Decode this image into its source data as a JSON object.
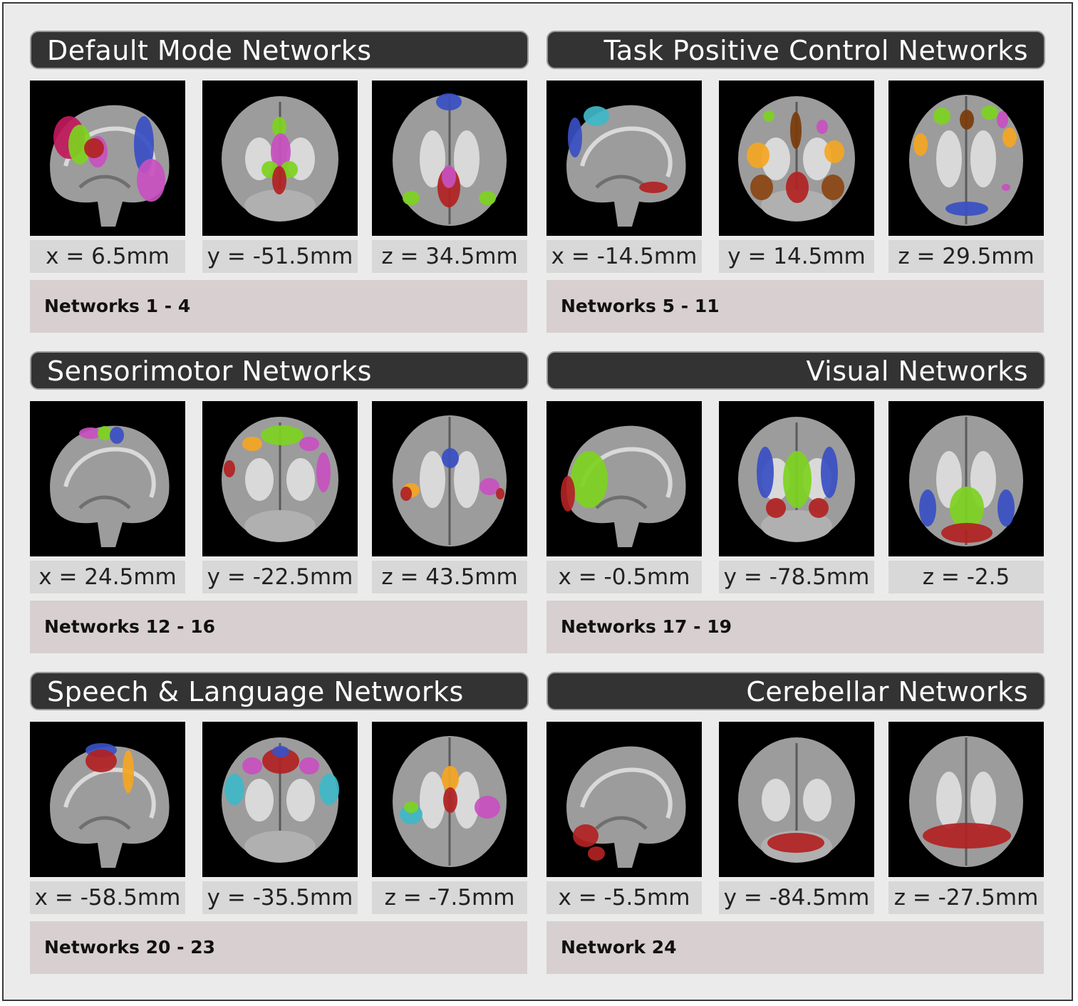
{
  "panels": [
    {
      "title": "Default Mode Networks",
      "coords": [
        "x = 6.5mm",
        "y = -51.5mm",
        "z = 34.5mm"
      ],
      "label": "Networks 1 - 4",
      "views": [
        "sagittal",
        "coronal",
        "axial"
      ],
      "blobs": [
        [
          [
            "#3a4fc4",
            [
              160,
              90,
              14,
              40
            ]
          ],
          [
            "#c2185b",
            [
              55,
              80,
              22,
              30
            ]
          ],
          [
            "#7ed321",
            [
              70,
              90,
              16,
              28
            ]
          ],
          [
            "#c850c0",
            [
              170,
              140,
              20,
              30
            ]
          ],
          [
            "#c850c0",
            [
              95,
              100,
              14,
              22
            ]
          ],
          [
            "#b22222",
            [
              90,
              95,
              14,
              14
            ]
          ]
        ],
        [
          [
            "#7ed321",
            [
              108,
              65,
              10,
              14
            ]
          ],
          [
            "#c850c0",
            [
              110,
              100,
              14,
              26
            ]
          ],
          [
            "#7ed321",
            [
              95,
              125,
              12,
              12
            ]
          ],
          [
            "#7ed321",
            [
              122,
              125,
              12,
              12
            ]
          ],
          [
            "#b22222",
            [
              108,
              140,
              10,
              20
            ]
          ]
        ],
        [
          [
            "#3a4fc4",
            [
              108,
              30,
              18,
              12
            ]
          ],
          [
            "#b22222",
            [
              108,
              150,
              16,
              28
            ]
          ],
          [
            "#c850c0",
            [
              108,
              135,
              10,
              16
            ]
          ],
          [
            "#7ed321",
            [
              55,
              165,
              12,
              10
            ]
          ],
          [
            "#7ed321",
            [
              162,
              165,
              12,
              10
            ]
          ]
        ]
      ]
    },
    {
      "title": "Task Positive Control Networks",
      "coords": [
        "x = -14.5mm",
        "y = 14.5mm",
        "z = 29.5mm"
      ],
      "label": "Networks 5 - 11",
      "views": [
        "sagittal",
        "coronal",
        "axial"
      ],
      "blobs": [
        [
          [
            "#3fb8c8",
            [
              70,
              50,
              18,
              14
            ]
          ],
          [
            "#3a4fc4",
            [
              40,
              80,
              10,
              28
            ]
          ],
          [
            "#b22222",
            [
              150,
              150,
              20,
              8
            ]
          ]
        ],
        [
          [
            "#7ed321",
            [
              70,
              50,
              8,
              8
            ]
          ],
          [
            "#7a3b0a",
            [
              108,
              70,
              8,
              26
            ]
          ],
          [
            "#c850c0",
            [
              145,
              65,
              8,
              10
            ]
          ],
          [
            "#f5a623",
            [
              55,
              105,
              16,
              18
            ]
          ],
          [
            "#f5a623",
            [
              162,
              100,
              14,
              16
            ]
          ],
          [
            "#8b4513",
            [
              60,
              150,
              16,
              18
            ]
          ],
          [
            "#8b4513",
            [
              160,
              150,
              16,
              18
            ]
          ],
          [
            "#b22222",
            [
              110,
              150,
              16,
              22
            ]
          ]
        ],
        [
          [
            "#7ed321",
            [
              75,
              50,
              12,
              12
            ]
          ],
          [
            "#7a3b0a",
            [
              110,
              55,
              10,
              14
            ]
          ],
          [
            "#7ed321",
            [
              142,
              45,
              12,
              10
            ]
          ],
          [
            "#c850c0",
            [
              160,
              55,
              8,
              12
            ]
          ],
          [
            "#f5a623",
            [
              45,
              90,
              10,
              16
            ]
          ],
          [
            "#f5a623",
            [
              170,
              80,
              10,
              14
            ]
          ],
          [
            "#3a4fc4",
            [
              110,
              180,
              30,
              10
            ]
          ],
          [
            "#c850c0",
            [
              165,
              150,
              6,
              5
            ]
          ]
        ]
      ]
    },
    {
      "title": "Sensorimotor Networks",
      "coords": [
        "x = 24.5mm",
        "y = -22.5mm",
        "z = 43.5mm"
      ],
      "label": "Networks 12 - 16",
      "views": [
        "sagittal",
        "coronal",
        "axial"
      ],
      "blobs": [
        [
          [
            "#c850c0",
            [
              85,
              45,
              16,
              8
            ]
          ],
          [
            "#7ed321",
            [
              105,
              45,
              10,
              10
            ]
          ],
          [
            "#3a4fc4",
            [
              122,
              48,
              10,
              12
            ]
          ]
        ],
        [
          [
            "#7ed321",
            [
              112,
              48,
              30,
              14
            ]
          ],
          [
            "#f5a623",
            [
              70,
              60,
              14,
              10
            ]
          ],
          [
            "#c850c0",
            [
              150,
              60,
              14,
              10
            ]
          ],
          [
            "#c850c0",
            [
              170,
              100,
              10,
              28
            ]
          ],
          [
            "#b22222",
            [
              38,
              95,
              8,
              12
            ]
          ]
        ],
        [
          [
            "#3a4fc4",
            [
              110,
              80,
              12,
              14
            ]
          ],
          [
            "#f5a623",
            [
              55,
              125,
              12,
              10
            ]
          ],
          [
            "#b22222",
            [
              48,
              130,
              8,
              10
            ]
          ],
          [
            "#c850c0",
            [
              165,
              120,
              14,
              12
            ]
          ],
          [
            "#b22222",
            [
              180,
              130,
              6,
              8
            ]
          ]
        ]
      ]
    },
    {
      "title": "Visual Networks",
      "coords": [
        "x = -0.5mm",
        "y = -78.5mm",
        "z = -2.5"
      ],
      "label": "Networks 17 - 19",
      "views": [
        "sagittal",
        "coronal",
        "axial"
      ],
      "blobs": [
        [
          [
            "#7ed321",
            [
              60,
              110,
              26,
              40
            ]
          ],
          [
            "#b22222",
            [
              30,
              130,
              10,
              25
            ]
          ]
        ],
        [
          [
            "#7ed321",
            [
              110,
              110,
              20,
              40
            ]
          ],
          [
            "#3a4fc4",
            [
              65,
              100,
              12,
              36
            ]
          ],
          [
            "#3a4fc4",
            [
              155,
              100,
              12,
              36
            ]
          ],
          [
            "#b22222",
            [
              80,
              150,
              14,
              14
            ]
          ],
          [
            "#b22222",
            [
              140,
              150,
              14,
              14
            ]
          ]
        ],
        [
          [
            "#7ed321",
            [
              110,
              150,
              24,
              30
            ]
          ],
          [
            "#3a4fc4",
            [
              55,
              150,
              12,
              26
            ]
          ],
          [
            "#3a4fc4",
            [
              165,
              150,
              12,
              26
            ]
          ],
          [
            "#b22222",
            [
              110,
              185,
              36,
              14
            ]
          ]
        ]
      ]
    },
    {
      "title": "Speech & Language Networks",
      "coords": [
        "x = -58.5mm",
        "y = -35.5mm",
        "z = -7.5mm"
      ],
      "label": "Networks 20 - 23",
      "views": [
        "sagittal",
        "coronal",
        "axial"
      ],
      "blobs": [
        [
          [
            "#3a4fc4",
            [
              100,
              40,
              22,
              10
            ]
          ],
          [
            "#b22222",
            [
              100,
              55,
              22,
              16
            ]
          ],
          [
            "#f5a623",
            [
              138,
              70,
              8,
              30
            ]
          ]
        ],
        [
          [
            "#b22222",
            [
              110,
              55,
              26,
              18
            ]
          ],
          [
            "#3a4fc4",
            [
              110,
              42,
              12,
              8
            ]
          ],
          [
            "#c850c0",
            [
              70,
              62,
              14,
              12
            ]
          ],
          [
            "#c850c0",
            [
              150,
              62,
              14,
              12
            ]
          ],
          [
            "#3fb8c8",
            [
              45,
              95,
              14,
              22
            ]
          ],
          [
            "#3fb8c8",
            [
              178,
              95,
              14,
              22
            ]
          ]
        ],
        [
          [
            "#f5a623",
            [
              110,
              80,
              12,
              18
            ]
          ],
          [
            "#b22222",
            [
              110,
              110,
              10,
              18
            ]
          ],
          [
            "#3fb8c8",
            [
              55,
              130,
              16,
              14
            ]
          ],
          [
            "#c850c0",
            [
              162,
              120,
              18,
              16
            ]
          ],
          [
            "#7ed321",
            [
              55,
              120,
              10,
              8
            ]
          ]
        ]
      ]
    },
    {
      "title": "Cerebellar Networks",
      "coords": [
        "x = -5.5mm",
        "y = -84.5mm",
        "z = -27.5mm"
      ],
      "label": "Network 24",
      "views": [
        "sagittal",
        "coronal",
        "axial"
      ],
      "blobs": [
        [
          [
            "#b22222",
            [
              55,
              160,
              18,
              16
            ]
          ],
          [
            "#b22222",
            [
              70,
              185,
              12,
              10
            ]
          ]
        ],
        [
          [
            "#b22222",
            [
              108,
              170,
              40,
              14
            ]
          ]
        ],
        [
          [
            "#b22222",
            [
              110,
              160,
              62,
              18
            ]
          ]
        ]
      ]
    }
  ]
}
